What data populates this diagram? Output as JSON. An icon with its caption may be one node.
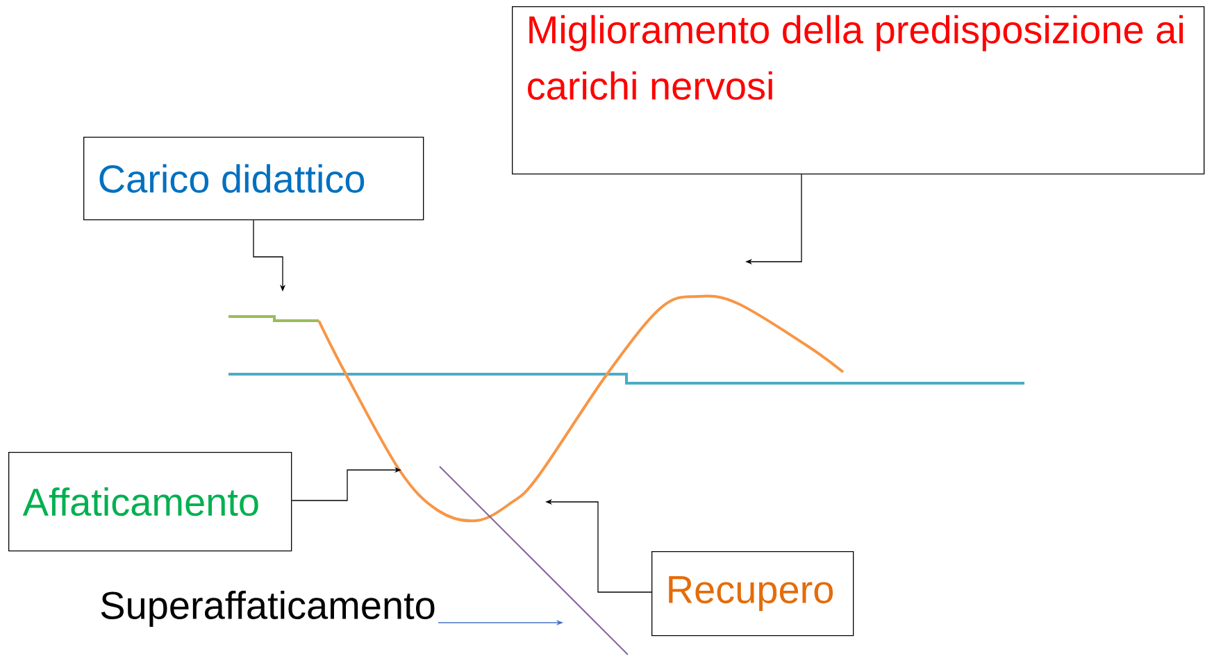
{
  "diagram": {
    "nodes": [
      {
        "text": [
          "Carico didattico"
        ]
      },
      {
        "text": [
          "Miglioramento della predisposizione ai carichi nervosi"
        ]
      },
      {
        "text": [
          "Affaticamento"
        ]
      },
      {
        "text": [
          "Recupero"
        ]
      },
      {
        "text": [
          "Superaffaticamento"
        ]
      }
    ],
    "edges": [
      {
        "from": 0,
        "to": null,
        "arrow": "to"
      },
      {
        "from": 1,
        "to": null,
        "arrow": "to"
      },
      {
        "from": 2,
        "to": null,
        "arrow": "to"
      },
      {
        "from": 3,
        "to": null,
        "arrow": "to"
      },
      {
        "from": 4,
        "to": null,
        "arrow": "to",
        "color": "#4472c4"
      }
    ]
  }
}
